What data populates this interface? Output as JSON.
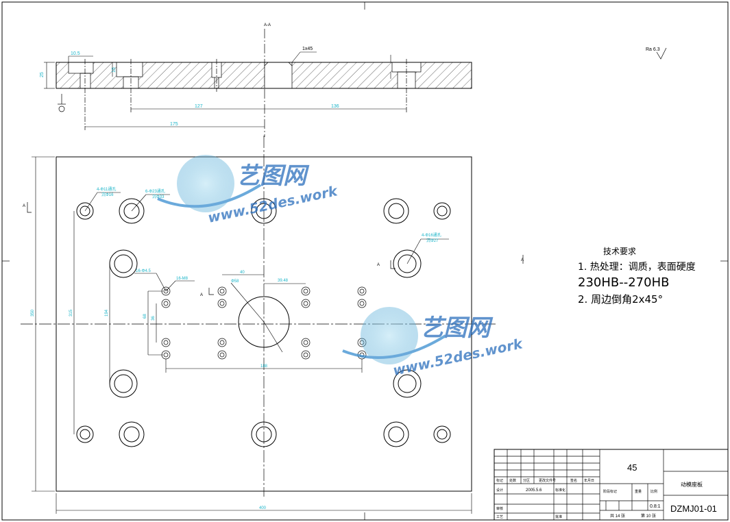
{
  "section": {
    "label": "A-A",
    "chamfer_note": "1x45",
    "roughness_symbol": "Ra 6.3",
    "dims": {
      "thickness": "25",
      "counterbore_depth": "10.5",
      "step_depth": "15",
      "d127": "127",
      "d136": "136",
      "d175": "175"
    }
  },
  "plan": {
    "section_mark": "A",
    "callouts": {
      "holes_a": "4-Φ11通孔",
      "holes_a_sub": "沉Φ16",
      "holes_b": "6-Φ23通孔",
      "holes_b_sub": "沉Φ33",
      "holes_c": "4-Φ16通孔",
      "holes_c_sub": "沉Φ27",
      "holes_d": "16-Φ4.5",
      "holes_e": "16-M8"
    },
    "dims": {
      "d40": "40",
      "d39_48": "39.48",
      "phi58": "Φ58",
      "d188": "188",
      "d315": "315",
      "d194": "194",
      "d68": "68",
      "d36": "36",
      "d350": "350",
      "d400": "400"
    }
  },
  "notes": {
    "title": "技术要求",
    "line1": "1. 热处理：调质，表面硬度",
    "line2": "230HB--270HB",
    "line3": "2. 周边倒角2x45°"
  },
  "title_block": {
    "material": "45",
    "part_name": "动模座板",
    "drawing_no": "DZMJ01-01",
    "scale": "0.8:1",
    "date": "2005.5.6",
    "sheet_total": "共 14 张",
    "sheet_no": "第 10 张",
    "labels": {
      "mark": "标记",
      "count": "处数",
      "zone": "分区",
      "change_doc": "更改文件号",
      "sign": "签名",
      "ymd": "年月日",
      "design": "设计",
      "standard": "标准化",
      "stage_mark": "阶段标记",
      "weight": "重量",
      "scale_label": "比例",
      "review": "审核",
      "process": "工艺",
      "approve": "批准"
    }
  },
  "watermark": {
    "brand": "艺图网",
    "url": "www.52des.work"
  }
}
